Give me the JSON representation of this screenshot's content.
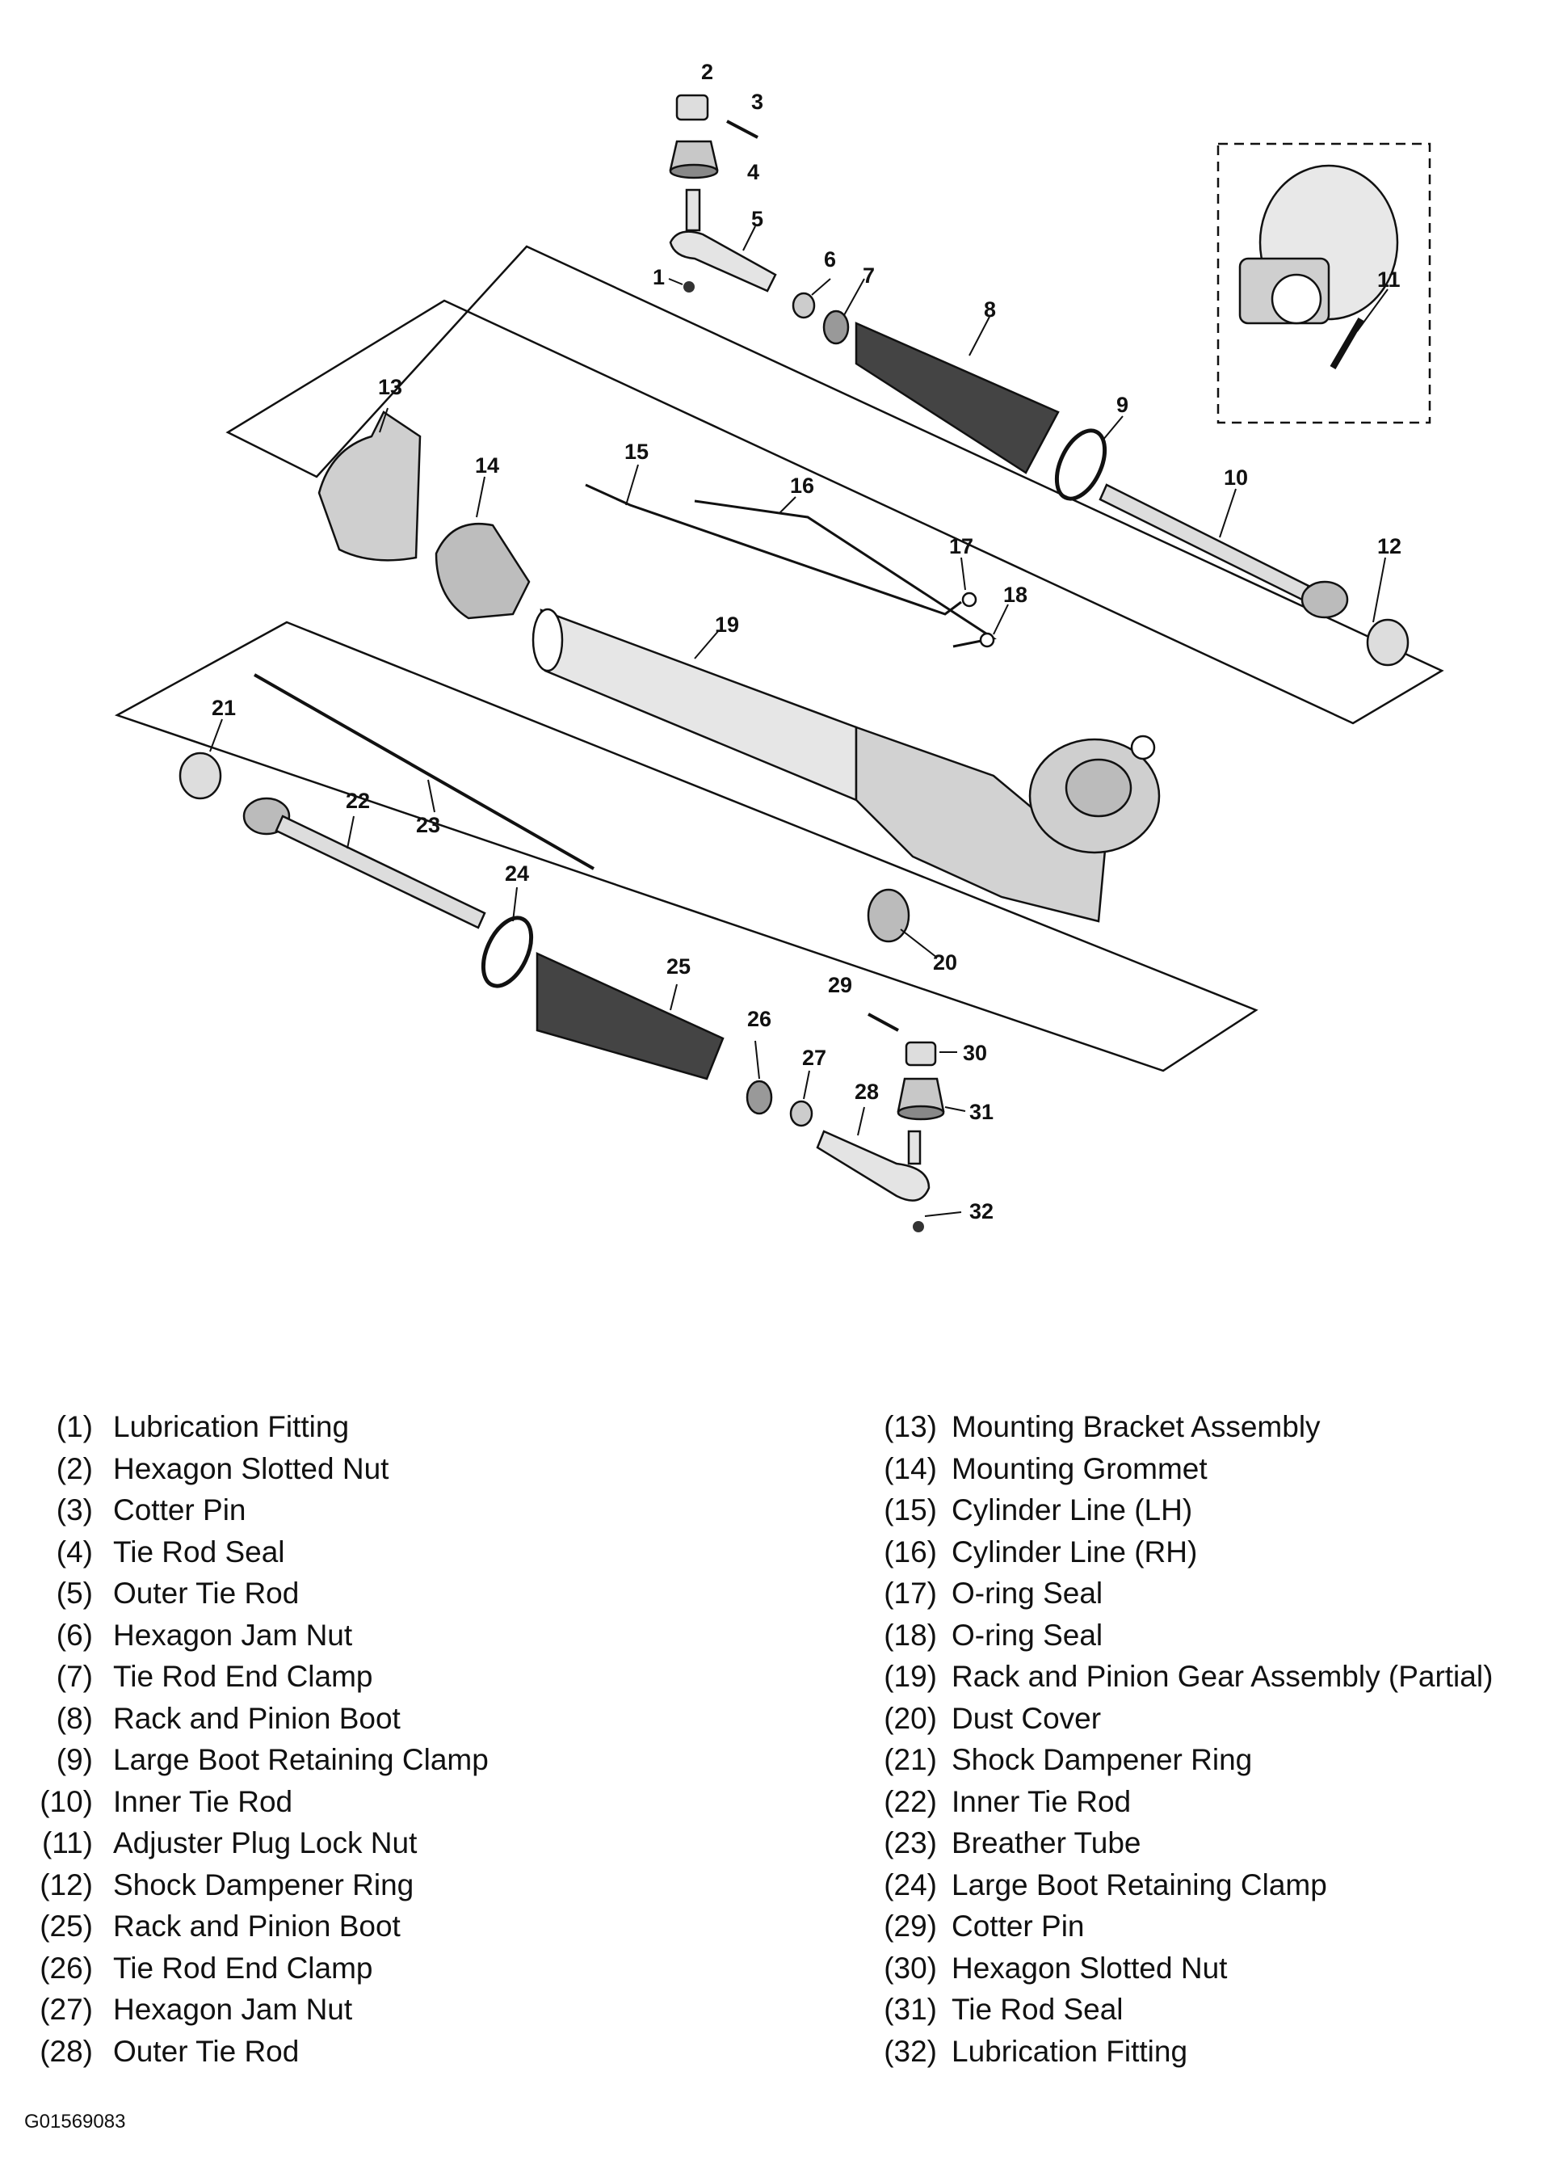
{
  "callouts": [
    "1",
    "2",
    "3",
    "4",
    "5",
    "6",
    "7",
    "8",
    "9",
    "10",
    "11",
    "12",
    "13",
    "14",
    "15",
    "16",
    "17",
    "18",
    "19",
    "20",
    "21",
    "22",
    "23",
    "24",
    "25",
    "26",
    "27",
    "28",
    "29",
    "30",
    "31",
    "32"
  ],
  "legend": {
    "left": [
      {
        "num": "(1)",
        "label": "Lubrication Fitting"
      },
      {
        "num": "(2)",
        "label": "Hexagon Slotted Nut"
      },
      {
        "num": "(3)",
        "label": "Cotter Pin"
      },
      {
        "num": "(4)",
        "label": "Tie Rod Seal"
      },
      {
        "num": "(5)",
        "label": "Outer Tie Rod"
      },
      {
        "num": "(6)",
        "label": "Hexagon Jam Nut"
      },
      {
        "num": "(7)",
        "label": "Tie Rod End Clamp"
      },
      {
        "num": "(8)",
        "label": "Rack and Pinion Boot"
      },
      {
        "num": "(9)",
        "label": "Large Boot Retaining Clamp"
      },
      {
        "num": "(10)",
        "label": "Inner Tie Rod"
      },
      {
        "num": "(11)",
        "label": "Adjuster Plug Lock Nut"
      },
      {
        "num": "(12)",
        "label": "Shock Dampener Ring"
      },
      {
        "num": "(25)",
        "label": "Rack and Pinion Boot"
      },
      {
        "num": "(26)",
        "label": "Tie Rod End Clamp"
      },
      {
        "num": "(27)",
        "label": "Hexagon Jam Nut"
      },
      {
        "num": "(28)",
        "label": "Outer Tie Rod"
      }
    ],
    "right": [
      {
        "num": "(13)",
        "label": "Mounting Bracket Assembly"
      },
      {
        "num": "(14)",
        "label": "Mounting Grommet"
      },
      {
        "num": "(15)",
        "label": "Cylinder Line (LH)"
      },
      {
        "num": "(16)",
        "label": "Cylinder Line (RH)"
      },
      {
        "num": "(17)",
        "label": "O-ring Seal"
      },
      {
        "num": "(18)",
        "label": "O-ring Seal"
      },
      {
        "num": "(19)",
        "label": "Rack and Pinion Gear Assembly (Partial)"
      },
      {
        "num": "(20)",
        "label": "Dust Cover"
      },
      {
        "num": "(21)",
        "label": "Shock Dampener Ring"
      },
      {
        "num": "(22)",
        "label": "Inner Tie Rod"
      },
      {
        "num": "(23)",
        "label": "Breather Tube"
      },
      {
        "num": "(24)",
        "label": "Large Boot Retaining Clamp"
      },
      {
        "num": "(29)",
        "label": "Cotter Pin"
      },
      {
        "num": "(30)",
        "label": "Hexagon Slotted Nut"
      },
      {
        "num": "(31)",
        "label": "Tie Rod Seal"
      },
      {
        "num": "(32)",
        "label": "Lubrication Fitting"
      }
    ]
  },
  "figure_id": "G01569083"
}
